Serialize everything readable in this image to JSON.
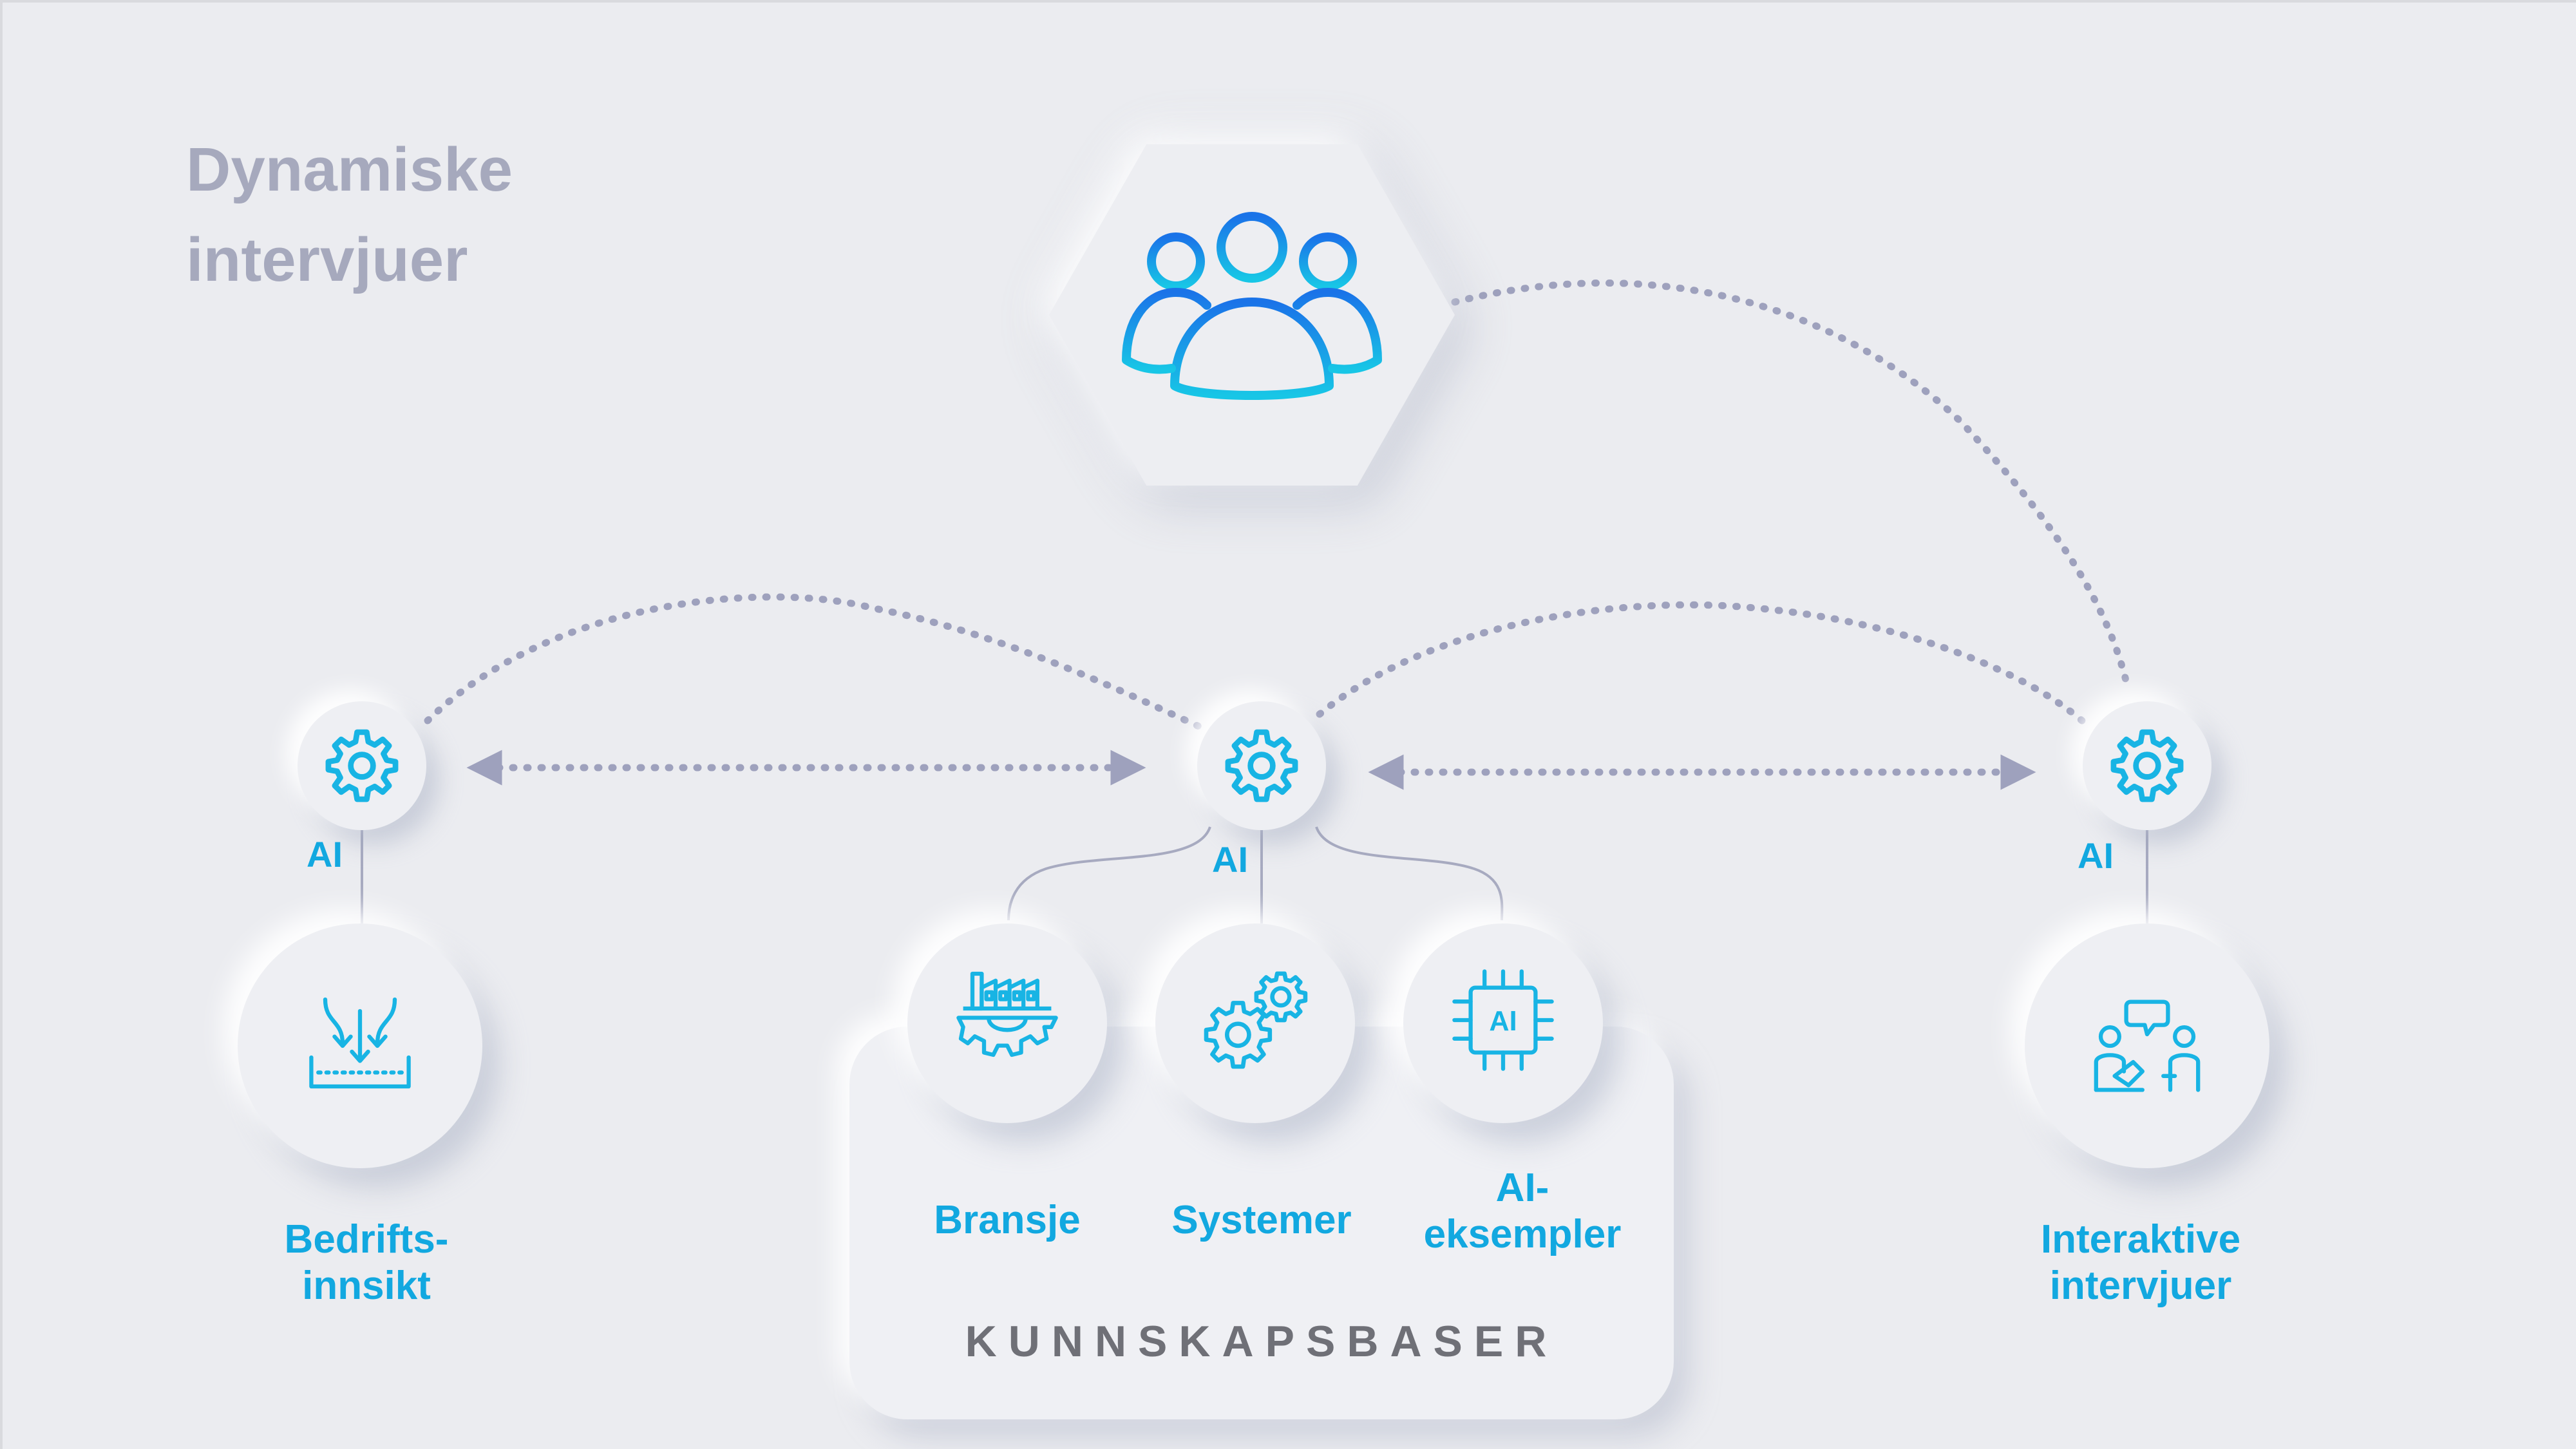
{
  "title": {
    "line1": "Dynamiske",
    "line2": "intervjuer"
  },
  "ai_label": "AI",
  "nodes": {
    "left": {
      "line1": "Bedrifts-",
      "line2": "innsikt"
    },
    "right": {
      "line1": "Interaktive",
      "line2": "intervjuer"
    }
  },
  "knowledge_base": {
    "label": "KUNNSKAPSBASER",
    "items": [
      {
        "line1": "Bransje"
      },
      {
        "line1": "Systemer"
      },
      {
        "line1": "AI-",
        "line2": "eksempler"
      }
    ]
  },
  "chip_text": "AI",
  "colors": {
    "accent": "#12a8e0",
    "background": "#ebecf0",
    "title": "#a6a9bd",
    "connector": "#9ea1bd",
    "kb_label": "#6f7077"
  }
}
